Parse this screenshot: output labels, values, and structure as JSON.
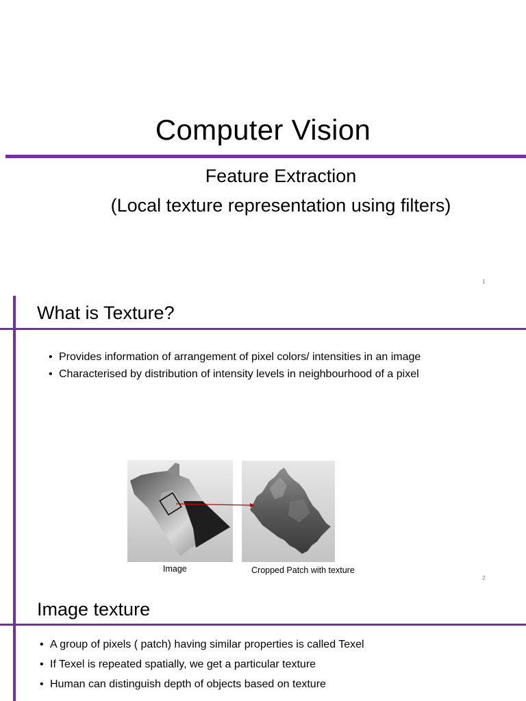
{
  "slide1": {
    "title": "Computer Vision",
    "subtitle_line1": "Feature Extraction",
    "subtitle_line2": "(Local texture representation using filters)",
    "page_number": "1"
  },
  "slide2": {
    "title": "What is Texture?",
    "bullets": [
      "Provides information of arrangement of pixel colors/ intensities in an image",
      "Characterised by distribution of intensity levels in neighbourhood of a pixel"
    ],
    "caption_image": "Image",
    "caption_patch": "Cropped Patch with texture",
    "page_number": "2"
  },
  "slide3": {
    "title": "Image texture",
    "bullets": [
      "A group of pixels ( patch) having similar properties is called Texel",
      "If Texel is repeated spatially, we get a particular texture",
      "Human can distinguish depth of objects based on texture"
    ]
  },
  "colors": {
    "accent": "#7030a0",
    "arrow": "#c00000"
  }
}
